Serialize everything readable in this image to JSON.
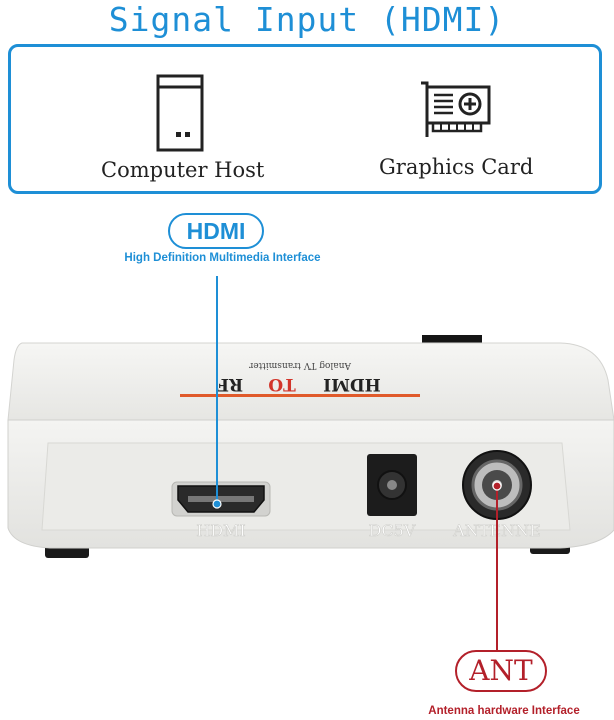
{
  "header": {
    "title": "Signal Input (HDMI)"
  },
  "sources": [
    {
      "label": "Computer Host",
      "icon": "computer-tower-icon"
    },
    {
      "label": "Graphics Card",
      "icon": "graphics-card-icon"
    }
  ],
  "hdmi_callout": {
    "label": "HDMI",
    "description": "High Definition Multimedia Interface"
  },
  "device": {
    "top_label": {
      "hdmi": "HDMI",
      "to": "TO",
      "rf": "RF",
      "subtitle": "Analog TV transmitter"
    },
    "ports": [
      {
        "label": "HDMI"
      },
      {
        "label": "DC5V"
      },
      {
        "label": "ANTENNE"
      }
    ]
  },
  "ant_callout": {
    "label": "ANT",
    "description": "Antenna hardware Interface"
  },
  "colors": {
    "blue": "#1e8fd6",
    "red": "#b3202a",
    "device": "#f0f0ee"
  }
}
